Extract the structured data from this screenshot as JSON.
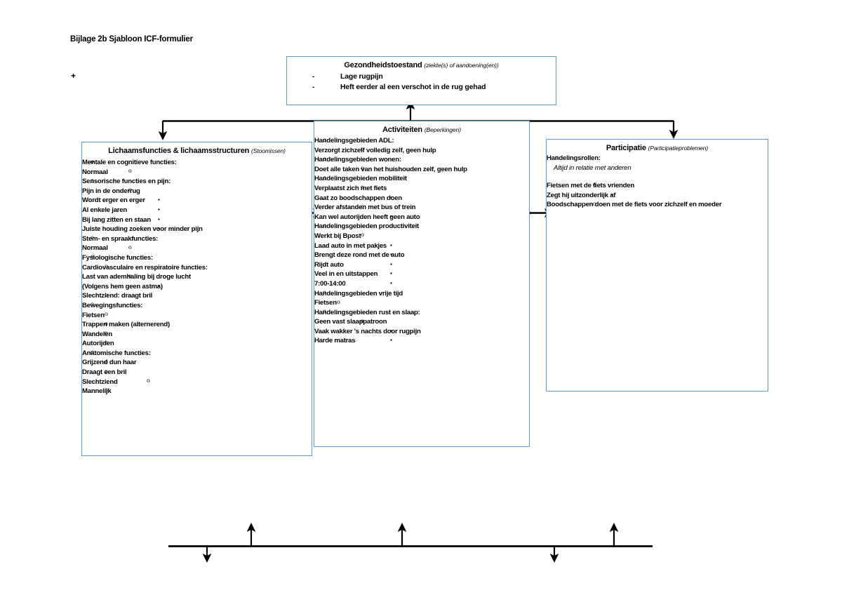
{
  "document": {
    "title": "Bijlage 2b Sjabloon ICF-formulier",
    "plus_mark": "+"
  },
  "health_box": {
    "title": "Gezondheidstoestand",
    "subtitle": "(ziekte(s) of aandoening(en))",
    "items": [
      "Lage rugpijn",
      "Heft eerder al een verschot in de rug gehad"
    ]
  },
  "body_box": {
    "title": "Lichaamsfuncties & lichaamsstructuren",
    "subtitle": "(Stoomissen)",
    "items": [
      {
        "level": 1,
        "text": "Mentale en cognitieve functies:"
      },
      {
        "level": 2,
        "text": "Normaal"
      },
      {
        "level": 1,
        "text": "Sensorische functies en pijn:"
      },
      {
        "level": 2,
        "text": "Pijn in de onderrug"
      },
      {
        "level": 3,
        "text": "Wordt erger en erger"
      },
      {
        "level": 3,
        "text": "Al enkele jaren"
      },
      {
        "level": 3,
        "text": "Bij lang zitten en staan"
      },
      {
        "level": 3,
        "text": "Juiste houding zoeken voor minder pijn"
      },
      {
        "level": 1,
        "text": "Stem- en spraakfuncties:"
      },
      {
        "level": 2,
        "text": "Normaal"
      },
      {
        "level": 1,
        "text": "Fysiologische functies:"
      },
      {
        "level": "2b",
        "text": "Cardiovasculaire en respiratoire functies:"
      },
      {
        "level": 2,
        "text": "Last van ademhaling bij droge lucht"
      },
      {
        "level": 3,
        "text": "(Volgens hem geen astma)"
      },
      {
        "level": "2b",
        "text": "Slechtziend: draagt bril"
      },
      {
        "level": 1,
        "text": "Bewegingsfuncties:"
      },
      {
        "level": "2c",
        "text": "Fietsen"
      },
      {
        "level": "2c",
        "text": "Trappen maken (alternerend)"
      },
      {
        "level": "2c",
        "text": "Wandelen"
      },
      {
        "level": "2c",
        "text": "Autorijden"
      },
      {
        "level": 1,
        "text": "Anatomische functies:"
      },
      {
        "level": "2c",
        "text": "Grijzend dun haar"
      },
      {
        "level": "2c",
        "text": "Draagt een bril"
      },
      {
        "level": 4,
        "text": "Slechtziend"
      },
      {
        "level": "2c",
        "text": "Mannelijk"
      }
    ]
  },
  "activity_box": {
    "title": "Activiteiten",
    "subtitle": "(Beperkingen)",
    "items": [
      {
        "level": 1,
        "text": "Handelingsgebieden ADL:"
      },
      {
        "level": 2,
        "text": "Verzorgt zichzelf volledig zelf,  geen hulp"
      },
      {
        "level": 1,
        "text": "Handelingsgebieden wonen:"
      },
      {
        "level": 2,
        "text": "Doet alle taken van het huishouden zelf, geen hulp"
      },
      {
        "level": 1,
        "text": "Handelingsgebieden mobiliteit"
      },
      {
        "level": 2,
        "text": "Verplaatst zich met fiets"
      },
      {
        "level": 3,
        "text": "Gaat zo boodschappen doen"
      },
      {
        "level": 2,
        "text": "Verder afstanden met bus of trein"
      },
      {
        "level": 3,
        "text": "Kan wel autorijden heeft geen auto"
      },
      {
        "level": 1,
        "text": "Handelingsgebieden productiviteit"
      },
      {
        "level": 2,
        "text": "Werkt bij Bpost"
      },
      {
        "level": 3,
        "text": "Laad auto in met pakjes"
      },
      {
        "level": 3,
        "text": "Brengt deze rond met de auto"
      },
      {
        "level": 3,
        "text": "Rijdt auto"
      },
      {
        "level": 3,
        "text": "Veel in en uitstappen"
      },
      {
        "level": 3,
        "text": "7:00-14:00"
      },
      {
        "level": 1,
        "text": "Handelingsgebieden vrije tijd"
      },
      {
        "level": "2c",
        "text": "Fietsen"
      },
      {
        "level": 1,
        "text": "Handelingsgebieden rust en slaap:"
      },
      {
        "level": 2,
        "text": "Geen vast slaappatroon"
      },
      {
        "level": 3,
        "text": "Vaak wakker 's nachts door rugpijn"
      },
      {
        "level": 3,
        "text": "Harde matras"
      }
    ]
  },
  "participation_box": {
    "title": "Participatie",
    "subtitle": "(Participatieproblemen)",
    "lead_item": "Handelingsrollen:",
    "note": "Altijd in relatie met anderen",
    "items": [
      {
        "level": 2,
        "text": "Fietsen met de fiets vrienden"
      },
      {
        "level": "3b",
        "text": "Zegt hij uitzonderlijk af"
      },
      {
        "level": 2,
        "text": "Boodschappen doen met de fiets voor zichzelf en moeder"
      }
    ]
  },
  "connectors": {
    "top_bar_label": "top-connector-bar",
    "bottom_bar_label": "bottom-connector-bar",
    "arrow_color": "#000000",
    "box_border_color": "#5B9BD5"
  }
}
